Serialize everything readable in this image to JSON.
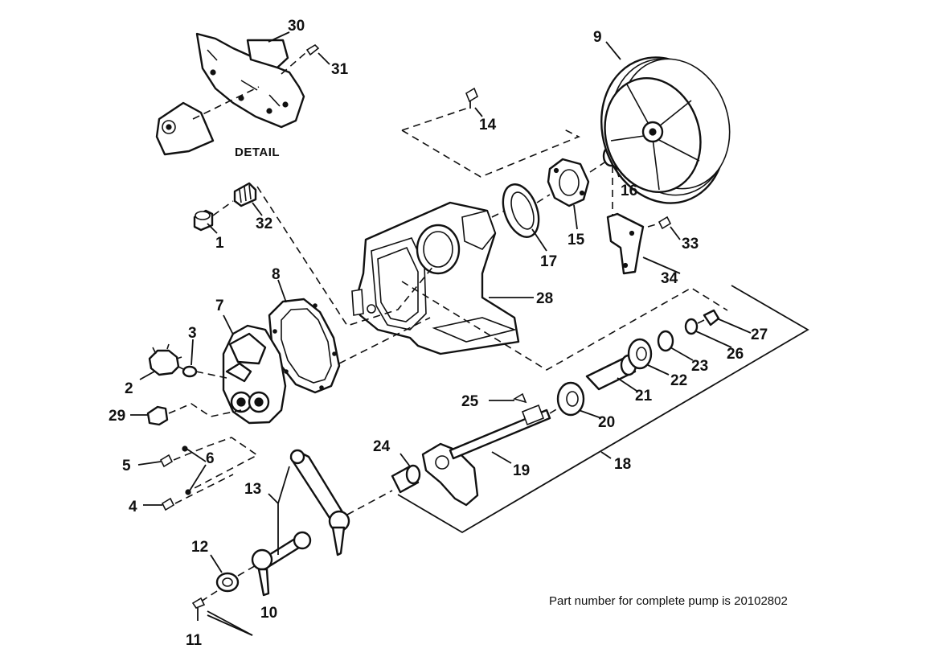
{
  "detail_label": "DETAIL",
  "footnote": "Part number for complete pump is 20102802",
  "callouts": {
    "c1": "1",
    "c2": "2",
    "c3": "3",
    "c4": "4",
    "c5": "5",
    "c6": "6",
    "c7": "7",
    "c8": "8",
    "c9": "9",
    "c10": "10",
    "c11": "11",
    "c12": "12",
    "c13": "13",
    "c14": "14",
    "c15": "15",
    "c16": "16",
    "c17": "17",
    "c18": "18",
    "c19": "19",
    "c20": "20",
    "c21": "21",
    "c22": "22",
    "c23": "23",
    "c24": "24",
    "c25": "25",
    "c26": "26",
    "c27": "27",
    "c28": "28",
    "c29": "29",
    "c30": "30",
    "c31": "31",
    "c32": "32",
    "c33": "33",
    "c34": "34"
  }
}
